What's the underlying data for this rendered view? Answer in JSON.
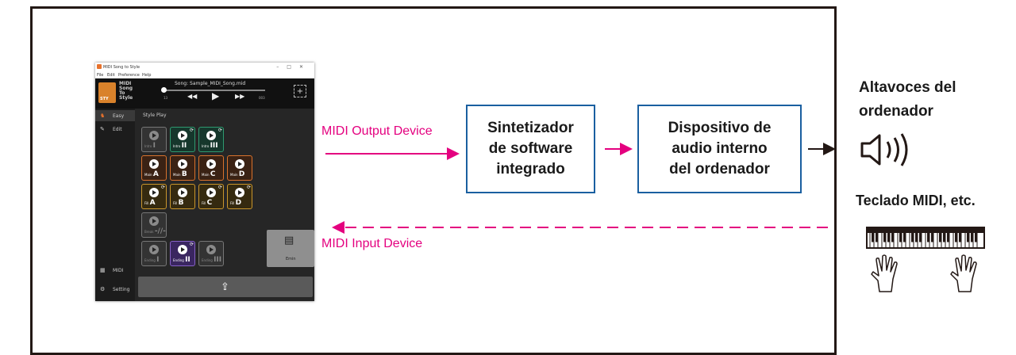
{
  "app": {
    "window_title": "MIDI Song to Style",
    "menu": [
      "File",
      "Edit",
      "Preference",
      "Help"
    ],
    "logo_text": "MIDI Song To Style",
    "logo_badge": "STY",
    "song_title": "Song: Sample_MIDI_Song.mid",
    "time_start": "13",
    "time_end": "003",
    "sidebar": {
      "easy_label": "Easy",
      "edit_label": "Edit",
      "midi_label": "MIDI",
      "setting_label": "Setting"
    },
    "tab_label": "Style Play",
    "pads": [
      {
        "name": "Intro",
        "variant": "I",
        "color": "gray",
        "loop": false
      },
      {
        "name": "Intro",
        "variant": "II",
        "color": "green",
        "loop": true
      },
      {
        "name": "Intro",
        "variant": "III",
        "color": "green",
        "loop": true
      },
      {
        "name": "Main",
        "variant": "A",
        "color": "orange",
        "loop": false
      },
      {
        "name": "Main",
        "variant": "B",
        "color": "orange",
        "loop": false
      },
      {
        "name": "Main",
        "variant": "C",
        "color": "orange",
        "loop": false
      },
      {
        "name": "Main",
        "variant": "D",
        "color": "orange",
        "loop": false
      },
      {
        "name": "Fill",
        "variant": "A",
        "color": "yellow",
        "loop": true
      },
      {
        "name": "Fill",
        "variant": "B",
        "color": "yellow",
        "loop": false
      },
      {
        "name": "Fill",
        "variant": "C",
        "color": "yellow",
        "loop": true
      },
      {
        "name": "Fill",
        "variant": "D",
        "color": "yellow",
        "loop": true
      },
      {
        "name": "Break",
        "variant": "-//-",
        "color": "gray",
        "loop": false
      },
      {
        "name": "Ending",
        "variant": "I",
        "color": "gray",
        "loop": false
      },
      {
        "name": "Ending",
        "variant": "II",
        "color": "purple",
        "loop": true
      },
      {
        "name": "Ending",
        "variant": "III",
        "color": "gray",
        "loop": false
      }
    ],
    "chord": "Emin"
  },
  "flow": {
    "midi_output_label": "MIDI Output Device",
    "midi_input_label": "MIDI Input Device",
    "box_synth": [
      "Sintetizador",
      "de software",
      "integrado"
    ],
    "box_audio": [
      "Dispositivo de",
      "audio interno",
      "del ordenador"
    ]
  },
  "right": {
    "speakers_title": [
      "Altavoces del",
      "ordenador"
    ],
    "keyboard_title": "Teclado MIDI, etc."
  },
  "colors": {
    "pink": "#e4007f",
    "box_border": "#1a5fa0",
    "frame": "#231815"
  }
}
